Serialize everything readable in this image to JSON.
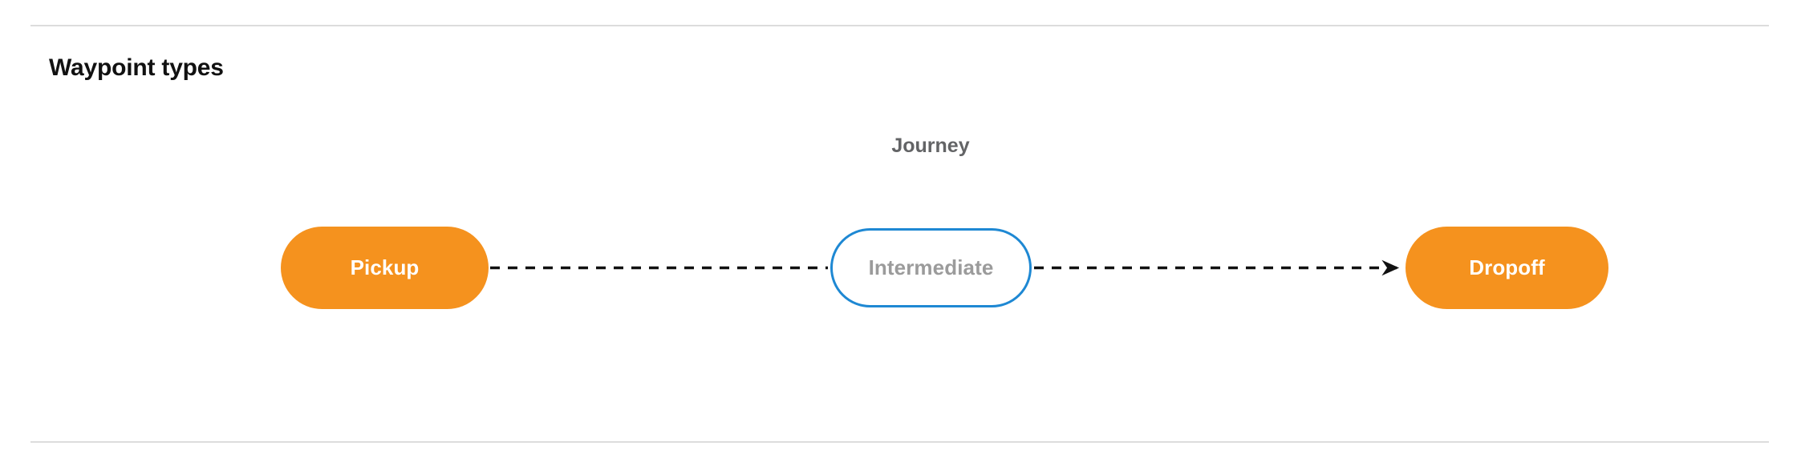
{
  "section": {
    "title": "Waypoint types"
  },
  "diagram": {
    "group_label": "Journey",
    "nodes": [
      {
        "id": "pickup",
        "label": "Pickup",
        "kind": "terminal",
        "color": "#f5921e",
        "text_color": "#ffffff"
      },
      {
        "id": "intermediate",
        "label": "Intermediate",
        "kind": "intermediate",
        "color": "#ffffff",
        "border_color": "#1e88d3",
        "text_color": "#9b9b9b"
      },
      {
        "id": "dropoff",
        "label": "Dropoff",
        "kind": "terminal",
        "color": "#f5921e",
        "text_color": "#ffffff"
      }
    ],
    "edges": [
      {
        "from": "pickup",
        "to": "intermediate",
        "style": "dashed",
        "arrowhead": false,
        "color": "#111111"
      },
      {
        "from": "intermediate",
        "to": "dropoff",
        "style": "dashed",
        "arrowhead": true,
        "color": "#111111"
      }
    ]
  },
  "colors": {
    "accent_orange": "#f5921e",
    "accent_blue": "#1e88d3",
    "divider": "#dcdcdc",
    "muted_text": "#636466",
    "placeholder_text": "#9b9b9b",
    "background": "#ffffff"
  }
}
